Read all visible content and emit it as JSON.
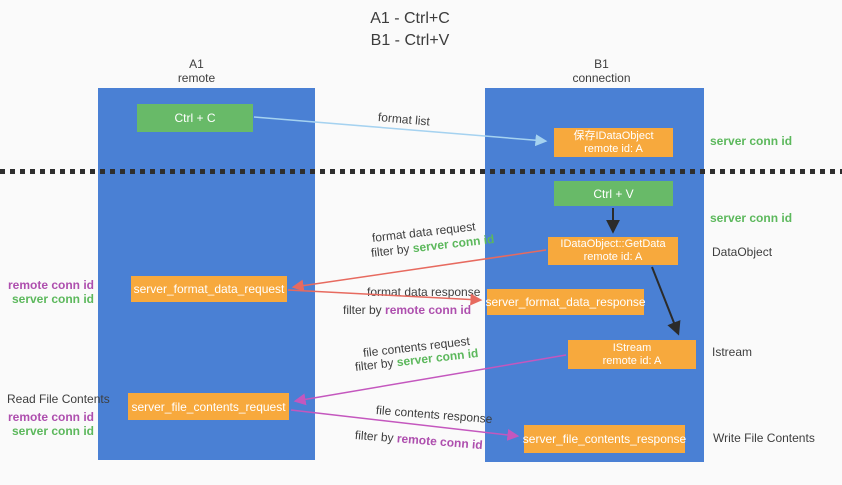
{
  "title": {
    "line1": "A1 - Ctrl+C",
    "line2": "B1 - Ctrl+V"
  },
  "columns": {
    "left": {
      "name": "A1",
      "subtitle": "remote"
    },
    "right": {
      "name": "B1",
      "subtitle": "connection"
    }
  },
  "boxes": {
    "ctrl_c": {
      "label": "Ctrl + C"
    },
    "ctrl_v": {
      "label": "Ctrl + V"
    },
    "save_dataobject": {
      "line1": "保存IDataObject",
      "line2": "remote id: A"
    },
    "getdata": {
      "line1": "IDataObject::GetData",
      "line2": "remote id: A"
    },
    "istream": {
      "line1": "IStream",
      "line2": "remote id: A"
    },
    "format_request": {
      "label": "server_format_data_request"
    },
    "format_response": {
      "label": "server_format_data_response"
    },
    "file_request": {
      "label": "server_file_contents_request"
    },
    "file_response": {
      "label": "server_file_contents_response"
    }
  },
  "flow_labels": {
    "format_list": "format list",
    "format_data_request": "format data request",
    "format_data_response": "format data response",
    "file_contents_request": "file contents request",
    "file_contents_response": "file contents response",
    "filter_by": "filter by",
    "server_conn_id": "server conn id",
    "remote_conn_id": "remote conn id"
  },
  "side_labels": {
    "right_server_conn_id_1": "server conn id",
    "right_server_conn_id_2": "server conn id",
    "dataobject": "DataObject",
    "istream": "Istream",
    "write_file_contents": "Write File Contents",
    "read_file_contents": "Read File Contents",
    "left_remote_conn_id_1": "remote conn id",
    "left_server_conn_id_1": "server conn id",
    "left_remote_conn_id_2": "remote conn id",
    "left_server_conn_id_2": "server conn id"
  },
  "colors": {
    "column_fill": "#4a80d4",
    "green_box": "#68ba68",
    "orange_box": "#f7a93d",
    "green_text": "#5cb85c",
    "purple_text": "#ae4fae",
    "blue_arrow": "#a5d2f0",
    "red_arrow": "#e76a5f",
    "magenta_arrow": "#c457be",
    "black_arrow": "#2b2b2b",
    "dotted_line": "#2e2e2e",
    "background": "#fafafa"
  }
}
